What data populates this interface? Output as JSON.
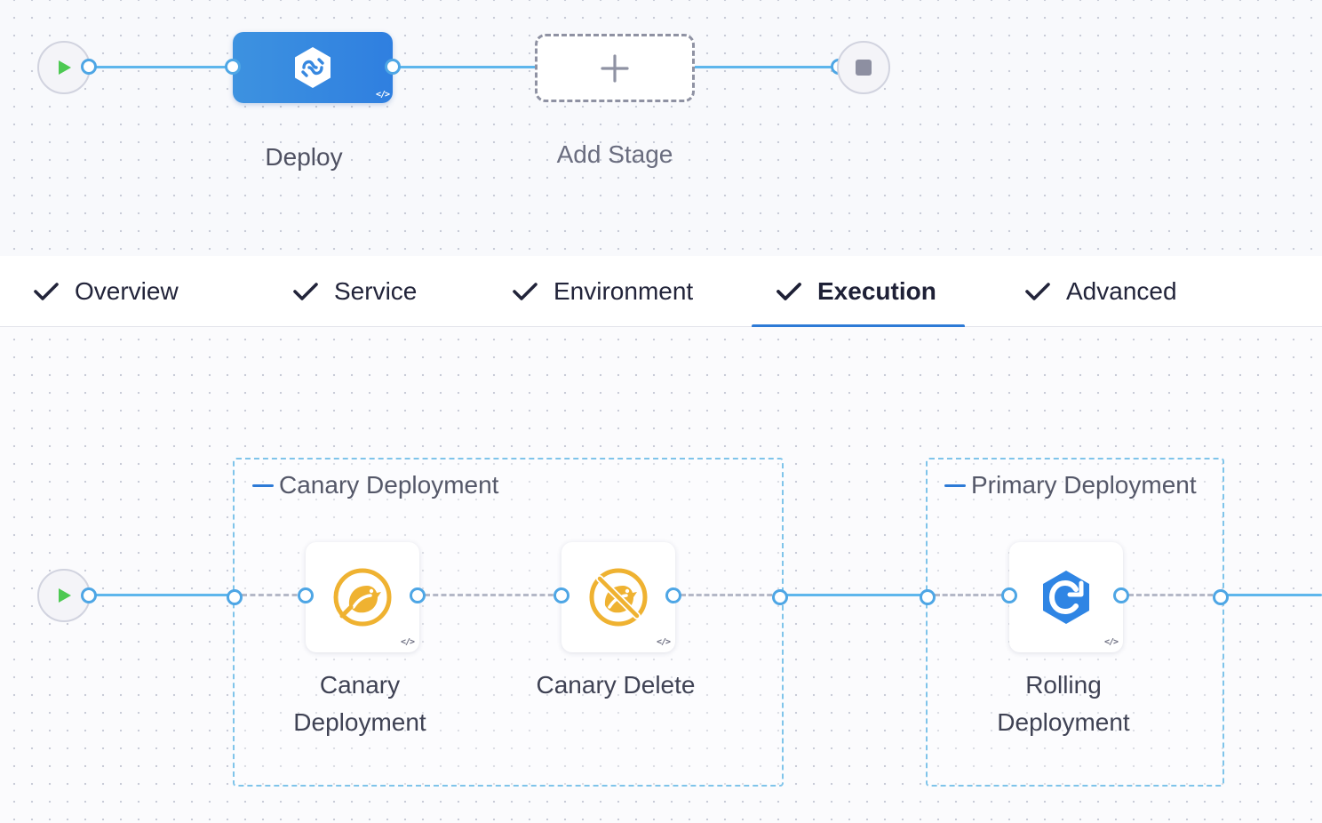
{
  "pipeline": {
    "stage": {
      "name": "Deploy",
      "code_badge": "</>"
    },
    "add_stage": {
      "label": "Add Stage",
      "symbol": "+"
    }
  },
  "tabs": [
    {
      "label": "Overview",
      "done": true
    },
    {
      "label": "Service",
      "done": true
    },
    {
      "label": "Environment",
      "done": true
    },
    {
      "label": "Execution",
      "done": true,
      "active": true
    },
    {
      "label": "Advanced",
      "done": true
    }
  ],
  "execution": {
    "groups": [
      {
        "title": "Canary Deployment",
        "steps": [
          {
            "label_line1": "Canary",
            "label_line2": "Deployment",
            "icon": "canary-bird-icon",
            "code_badge": "</>"
          },
          {
            "label_line1": "Canary Delete",
            "label_line2": "",
            "icon": "canary-delete-icon",
            "code_badge": "</>"
          }
        ]
      },
      {
        "title": "Primary Deployment",
        "steps": [
          {
            "label_line1": "Rolling",
            "label_line2": "Deployment",
            "icon": "rolling-deployment-icon",
            "code_badge": "</>"
          }
        ]
      }
    ]
  },
  "colors": {
    "accent": "#2d7ad6",
    "connector": "#5eb6ec",
    "stage_fill": "#3d92e0",
    "canary_yellow": "#efb231",
    "rolling_blue": "#2f85e4",
    "start_green": "#4dc952"
  }
}
